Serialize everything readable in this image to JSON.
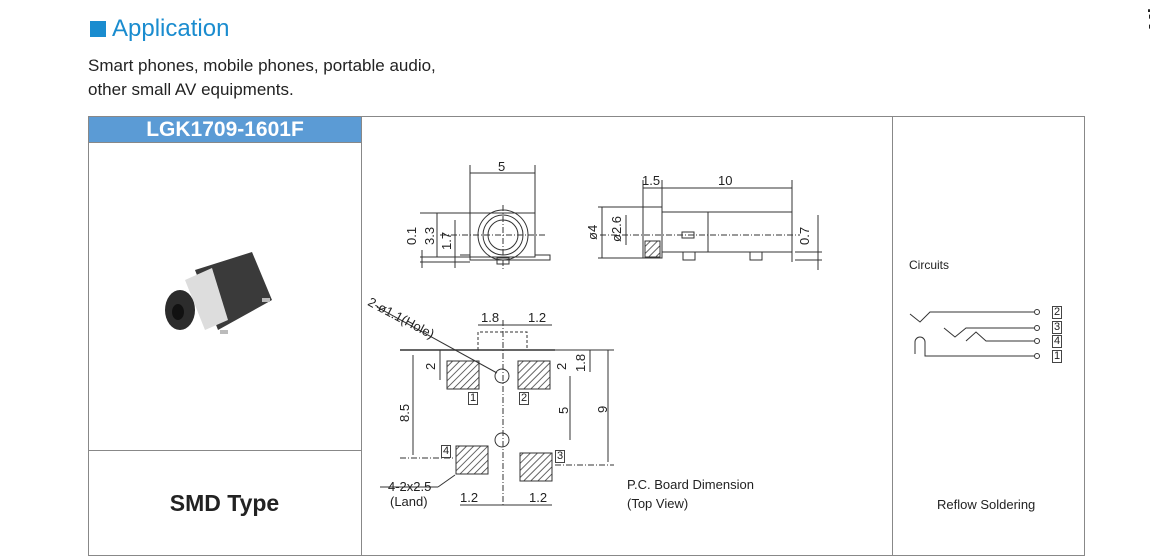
{
  "header": {
    "title": "Application",
    "side_label": "Mi"
  },
  "description": [
    "Smart phones, mobile phones, portable audio,",
    "other small AV equipments."
  ],
  "product": {
    "model": "LGK1709-1601F",
    "type": "SMD Type"
  },
  "drawing": {
    "front": {
      "width": "5",
      "d1": "0.1",
      "d2": "3.3",
      "d3": "1.7"
    },
    "side": {
      "len1": "1.5",
      "len2": "10",
      "dia1": "ø4",
      "dia2": "ø2.6",
      "off": "0.7"
    },
    "pcb": {
      "hole": "2-ø1.1(Hole)",
      "top1": "1.8",
      "top2": "1.2",
      "v2": "2",
      "v2b": "2",
      "v18": "1.8",
      "v85": "8.5",
      "v5": "5",
      "v9": "9",
      "land": "4-2x2.5",
      "land2": "(Land)",
      "b1": "1.2",
      "b2": "1.2",
      "pins": [
        "1",
        "2",
        "3",
        "4"
      ],
      "caption": "P.C. Board Dimension",
      "caption2": "(Top View)"
    }
  },
  "circuits": {
    "label": "Circuits",
    "pins": [
      "2",
      "3",
      "4",
      "1"
    ],
    "soldering": "Reflow Soldering"
  }
}
